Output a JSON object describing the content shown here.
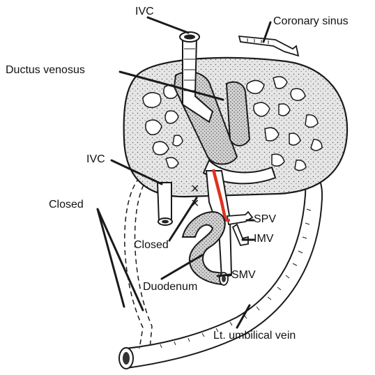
{
  "labels": {
    "ivc_top": "IVC",
    "coronary_sinus": "Coronary sinus",
    "ductus_venosus": "Ductus venosus",
    "ivc_left": "IVC",
    "closed_left": "Closed",
    "spv": "SPV",
    "imv": "IMV",
    "closed_center": "Closed",
    "smv": "SMV",
    "duodenum": "Duodenum",
    "lt_umbilical_vein": "Lt. umbilical vein"
  },
  "markers": {
    "ligation": "×"
  },
  "colors": {
    "outline": "#1a1a1a",
    "liver_fill": "#e4e4e4",
    "vessel_fill": "#ffffff",
    "duodenum_fill": "#d6d6d6",
    "highlight": "#e0321e"
  }
}
